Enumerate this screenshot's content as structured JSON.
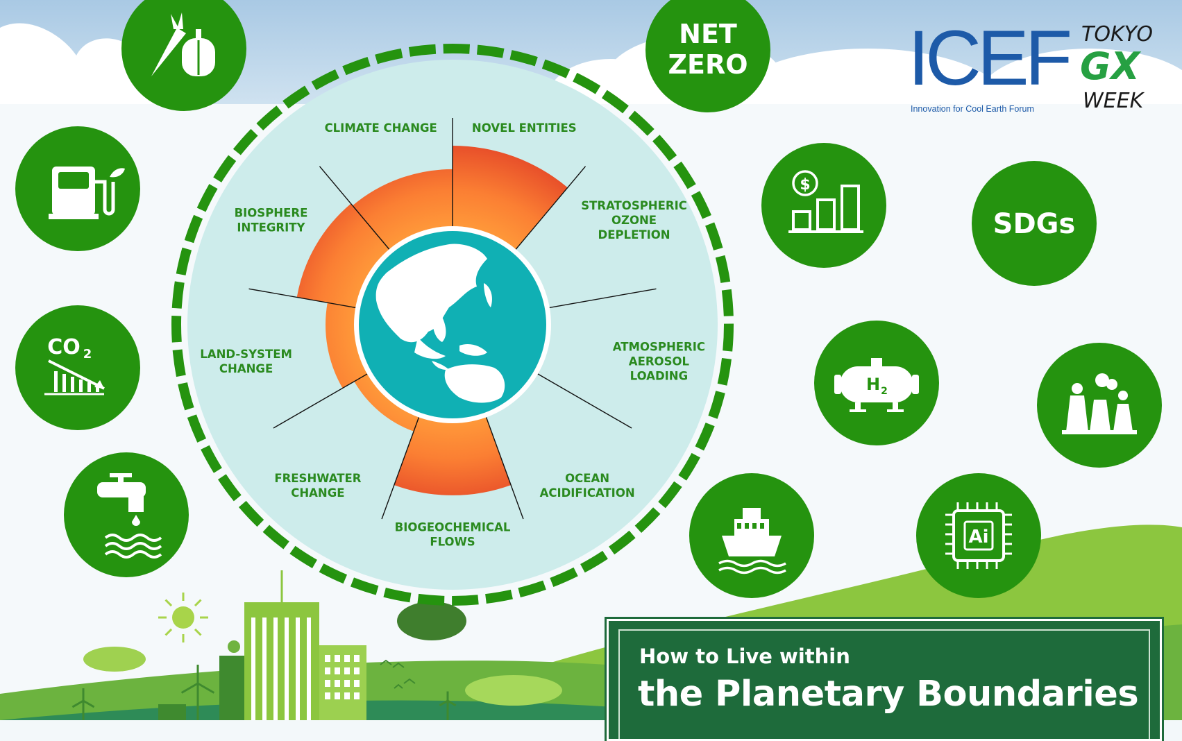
{
  "poster": {
    "title_line1": "How to Live within",
    "title_line2": "the Planetary Boundaries"
  },
  "logos": {
    "icef_letters": "ICEF",
    "icef_tagline": "Innovation for Cool Earth Forum",
    "gx_top": "TOKYO",
    "gx_middle": "GX",
    "gx_bottom": "WEEK"
  },
  "boundaries": [
    {
      "lines": [
        "CLIMATE CHANGE"
      ],
      "transgressed": 0.72
    },
    {
      "lines": [
        "NOVEL ENTITIES"
      ],
      "transgressed": 1.0
    },
    {
      "lines": [
        "STRATOSPHERIC",
        "OZONE",
        "DEPLETION"
      ],
      "transgressed": 0.0
    },
    {
      "lines": [
        "ATMOSPHERIC",
        "AEROSOL",
        "LOADING"
      ],
      "transgressed": 0.0
    },
    {
      "lines": [
        "OCEAN",
        "ACIDIFICATION"
      ],
      "transgressed": 0.0
    },
    {
      "lines": [
        "BIOGEOCHEMICAL",
        "FLOWS"
      ],
      "transgressed": 0.9
    },
    {
      "lines": [
        "FRESHWATER",
        "CHANGE"
      ],
      "transgressed": 0.22
    },
    {
      "lines": [
        "LAND-SYSTEM",
        "CHANGE"
      ],
      "transgressed": 0.38
    },
    {
      "lines": [
        "BIOSPHERE",
        "INTEGRITY"
      ],
      "transgressed": 0.75
    }
  ],
  "icons": [
    {
      "name": "vegetables-icon"
    },
    {
      "name": "biofuel-pump-icon"
    },
    {
      "name": "co2-reduction-icon"
    },
    {
      "name": "water-tap-icon"
    },
    {
      "name": "net-zero-badge",
      "label_line1": "NET",
      "label_line2": "ZERO"
    },
    {
      "name": "green-finance-icon"
    },
    {
      "name": "sdgs-badge",
      "label": "SDGs"
    },
    {
      "name": "hydrogen-tank-icon",
      "label": "H",
      "subscript": "2"
    },
    {
      "name": "factory-emissions-icon"
    },
    {
      "name": "ship-icon"
    },
    {
      "name": "ai-chip-icon",
      "label": "Ai"
    }
  ],
  "co2_icon": {
    "label": "CO",
    "subscript": "2"
  },
  "colors": {
    "green": "#25930f",
    "dark_green": "#1e6b3b",
    "sky": "#a9c9e4",
    "disc": "#cdeceb",
    "ocean": "#10b0b4",
    "transgressed_inner": "#ff9a3a",
    "transgressed_outer": "#e8502a",
    "label_green": "#2a8a1f"
  }
}
